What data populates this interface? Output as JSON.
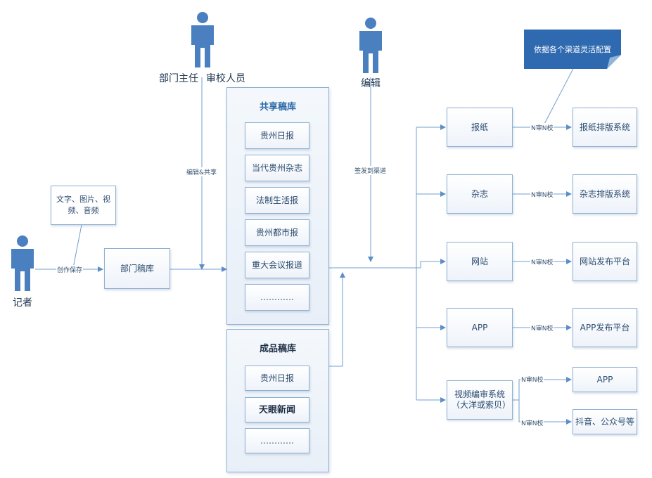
{
  "actors": {
    "reporter": "记者",
    "dept_head": "部门主任",
    "reviewer": "审校人员",
    "editor": "编辑"
  },
  "note_content_types": "文字、图片、视频、音频",
  "callout_text": "依据各个渠道灵活配置",
  "edge_labels": {
    "create_save": "创作保存",
    "edit_share": "编辑&共享",
    "publish_to_channel": "签发到渠道",
    "review_n": "N审N校"
  },
  "dept_library": "部门稿库",
  "shared_library": {
    "title": "共享稿库",
    "items": [
      "贵州日报",
      "当代贵州杂志",
      "法制生活报",
      "贵州都市报",
      "重大会议报道",
      "…………"
    ]
  },
  "finished_library": {
    "title": "成品稿库",
    "items": [
      "贵州日报",
      "天眼新闻",
      "…………"
    ]
  },
  "channels": {
    "newspaper": "报纸",
    "magazine": "杂志",
    "website": "网站",
    "app": "APP",
    "video": "视频编审系统（大洋或索贝）"
  },
  "targets": {
    "newspaper": "报纸排版系统",
    "magazine": "杂志排版系统",
    "website": "网站发布平台",
    "app": "APP发布平台",
    "video_app": "APP",
    "video_social": "抖音、公众号等"
  },
  "colors": {
    "actor": "#4a7fc0",
    "line": "#6f9fd0",
    "callout": "#2f6ab0",
    "title": "#2d6aa8"
  }
}
